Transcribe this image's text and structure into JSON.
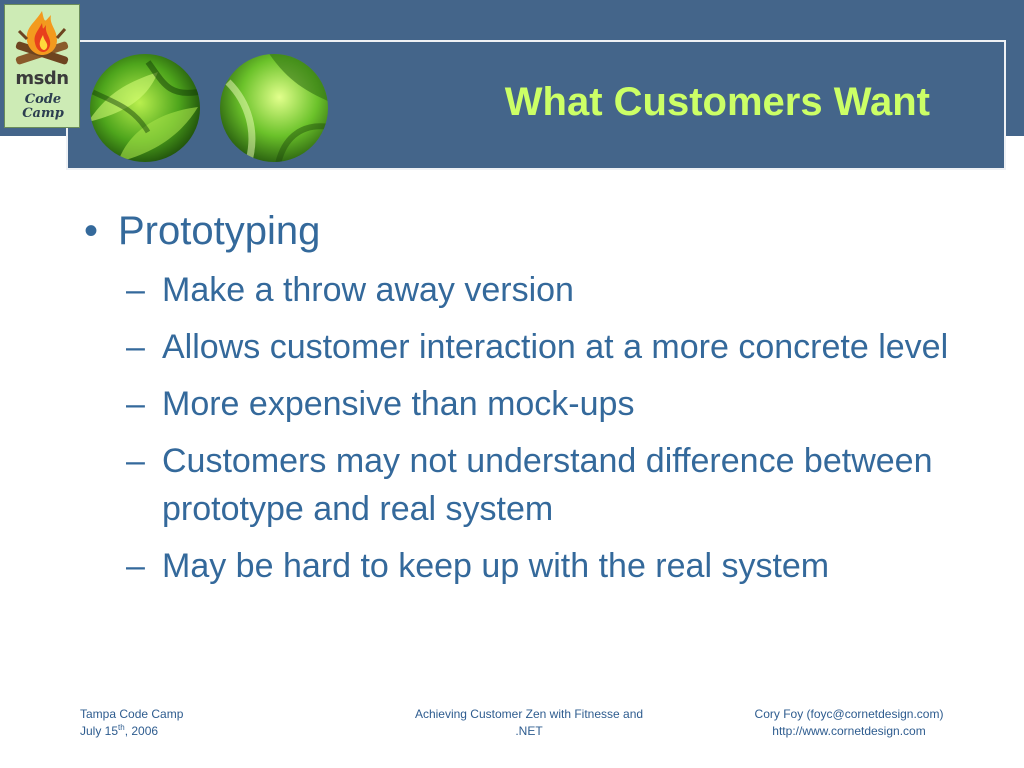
{
  "slide": {
    "title": "What Customers Want",
    "logo": {
      "brand": "msdn",
      "line1": "Code",
      "line2": "Camp",
      "icon": "campfire-icon"
    },
    "bullet": {
      "text": "Prototyping",
      "sub_items": [
        "Make a throw away version",
        "Allows customer interaction at a more concrete level",
        "More expensive than mock-ups",
        "Customers may not understand difference between prototype and real system",
        "May be hard to keep up with the real system"
      ]
    },
    "footer": {
      "left_line1": "Tampa Code Camp",
      "left_date_prefix": "July 15",
      "left_date_sup": "th",
      "left_date_suffix": ", 2006",
      "center_line1": "Achieving Customer Zen with Fitnesse and",
      "center_line2": ".NET",
      "right_line1": "Cory Foy (foyc@cornetdesign.com)",
      "right_line2": "http://www.cornetdesign.com"
    }
  },
  "colors": {
    "header_band": "#44658a",
    "title": "#ccff66",
    "body_text": "#34699b",
    "footer_text": "#2e5c8f"
  }
}
